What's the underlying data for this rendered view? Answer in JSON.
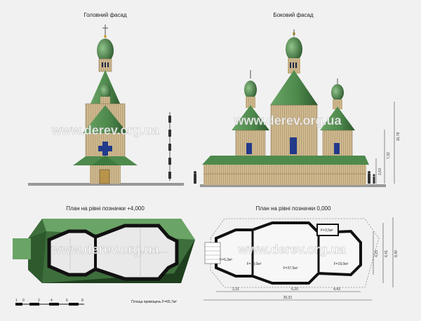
{
  "titles": {
    "front_facade": "Головний фасад",
    "side_facade": "Боковий фасад",
    "plan_upper": "План на рівні позначки +4,000",
    "plan_ground": "План на рівні позначки 0,000"
  },
  "watermark": "www.derev.org.ua",
  "area_note": "Площа приміщень F=65,7м²",
  "scale_bar": {
    "ticks": [
      "1",
      "0",
      "2",
      "4",
      "6",
      "8"
    ]
  },
  "room_areas": {
    "a1": "F=3,5м²",
    "a2": "F=6,3м²",
    "a3": "F=18,0м²",
    "a4": "F=37,5м²",
    "a5": "F=19,0м²"
  },
  "elevation_dims": {
    "h1": "10,78",
    "h2": "7,32",
    "h3": "2,63"
  },
  "plan_dims": {
    "d1": "2,31",
    "d2": "6,20",
    "d3": "4,43",
    "total": "20,31",
    "w1": "4,23",
    "w2": "6,41",
    "w3": "8,40"
  },
  "colors": {
    "roof_green": "#4f8a4d",
    "roof_dark": "#2e5a2e",
    "wood": "#cfb98f",
    "dome_gold": "#c9a23a",
    "wall_black": "#111111"
  }
}
